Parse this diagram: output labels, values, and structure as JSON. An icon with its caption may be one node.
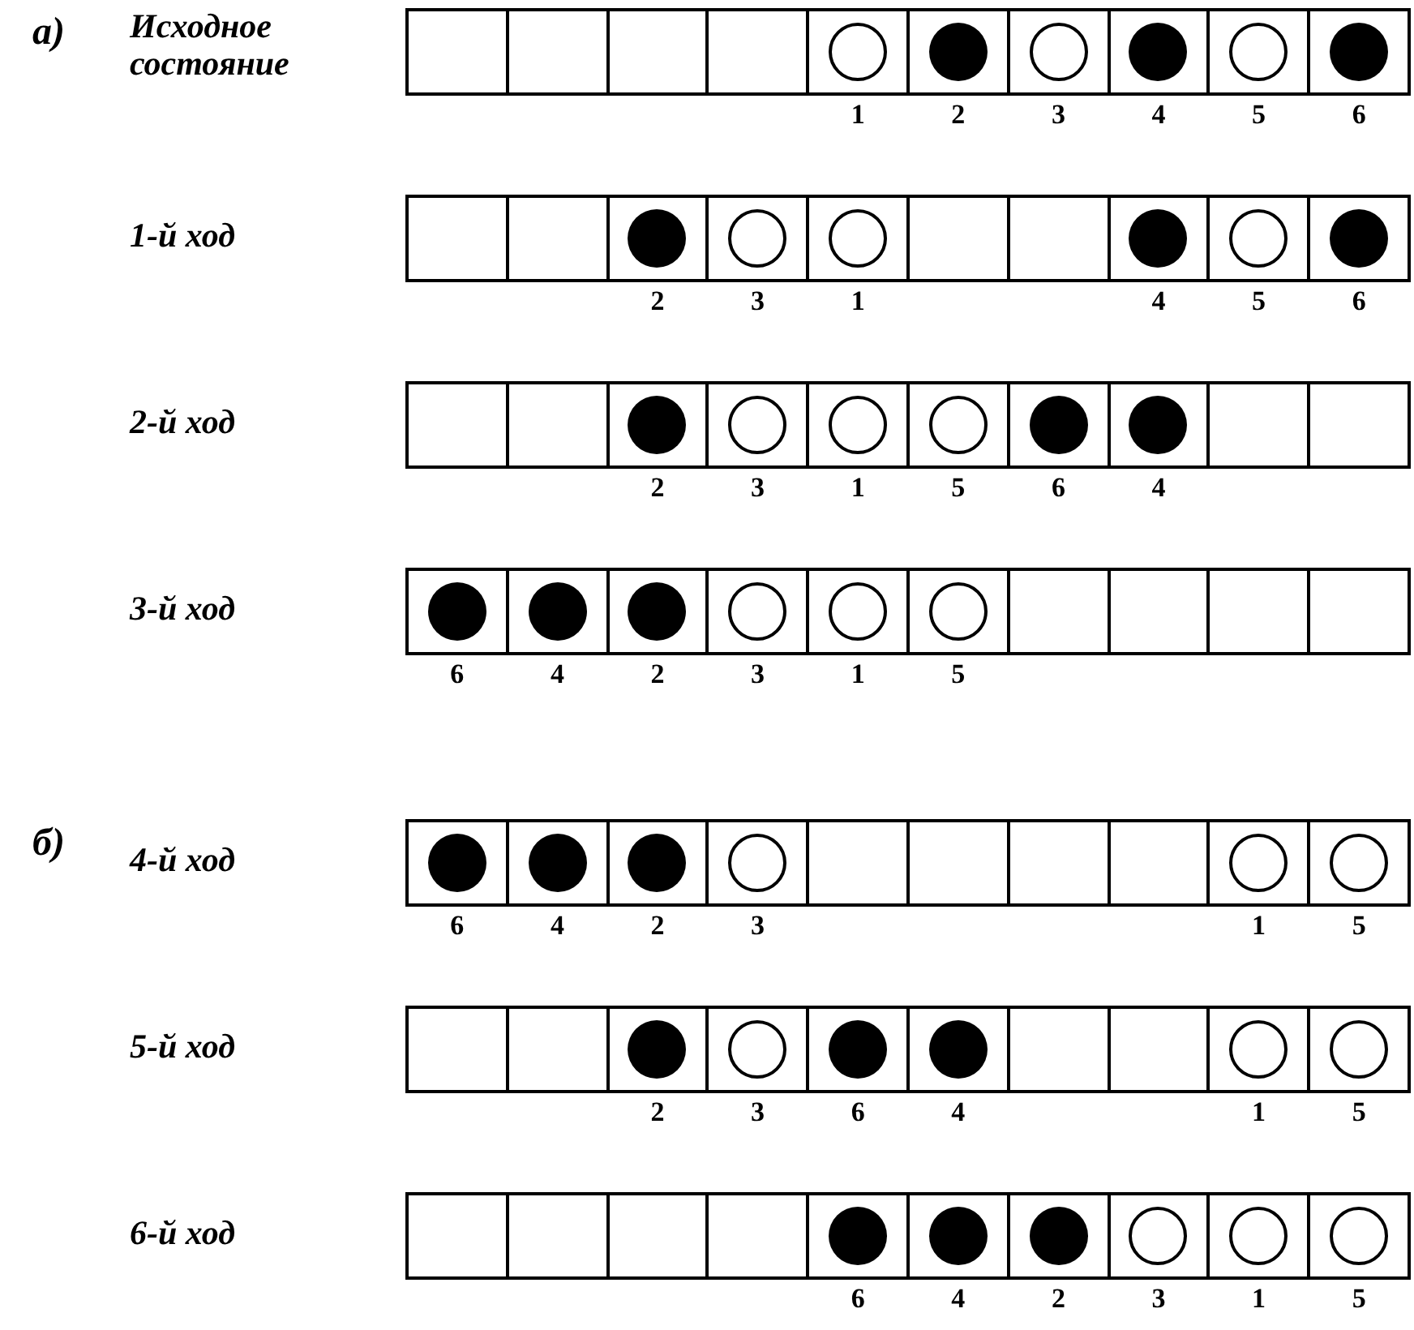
{
  "diagram": {
    "nodes": [
      {
        "text": [
          "Исходное состояние"
        ]
      },
      {
        "text": [],
        "shape": "box",
        "in": 0
      },
      {
        "text": [],
        "shape": "box",
        "in": 0
      },
      {
        "text": [],
        "shape": "box",
        "in": 0
      },
      {
        "text": [],
        "shape": "box",
        "in": 0
      },
      {
        "text": [],
        "shape": "box",
        "in": 0,
        "beside": [
          "1"
        ]
      },
      {
        "text": [],
        "shape": "circle",
        "in": 5
      },
      {
        "text": [],
        "shape": "box",
        "in": 0,
        "beside": [
          "2"
        ]
      },
      {
        "text": [],
        "shape": "dot",
        "in": 7
      },
      {
        "text": [],
        "shape": "box",
        "in": 0,
        "beside": [
          "3"
        ]
      },
      {
        "text": [],
        "shape": "circle",
        "in": 9
      },
      {
        "text": [],
        "shape": "box",
        "in": 0,
        "beside": [
          "4"
        ]
      },
      {
        "text": [],
        "shape": "dot",
        "in": 11
      },
      {
        "text": [],
        "shape": "box",
        "in": 0,
        "beside": [
          "5"
        ]
      },
      {
        "text": [],
        "shape": "circle",
        "in": 13
      },
      {
        "text": [],
        "shape": "box",
        "in": 0,
        "beside": [
          "6"
        ]
      },
      {
        "text": [],
        "shape": "dot",
        "in": 15
      },
      {
        "text": [
          "1-й ход"
        ]
      },
      {
        "text": [],
        "shape": "box",
        "in": 17
      },
      {
        "text": [],
        "shape": "box",
        "in": 17
      },
      {
        "text": [],
        "shape": "box",
        "in": 17,
        "beside": [
          "2"
        ]
      },
      {
        "text": [],
        "shape": "dot",
        "in": 20
      },
      {
        "text": [],
        "shape": "box",
        "in": 17,
        "beside": [
          "3"
        ]
      },
      {
        "text": [],
        "shape": "circle",
        "in": 22
      },
      {
        "text": [],
        "shape": "box",
        "in": 17,
        "beside": [
          "1"
        ]
      },
      {
        "text": [],
        "shape": "circle",
        "in": 24
      },
      {
        "text": [],
        "shape": "box",
        "in": 17
      },
      {
        "text": [],
        "shape": "box",
        "in": 17
      },
      {
        "text": [],
        "shape": "box",
        "in": 17,
        "beside": [
          "4"
        ]
      },
      {
        "text": [],
        "shape": "dot",
        "in": 28
      },
      {
        "text": [],
        "shape": "box",
        "in": 17,
        "beside": [
          "5"
        ]
      },
      {
        "text": [],
        "shape": "circle",
        "in": 30
      },
      {
        "text": [],
        "shape": "box",
        "in": 17,
        "beside": [
          "6"
        ]
      },
      {
        "text": [],
        "shape": "dot",
        "in": 32
      },
      {
        "text": [
          "2-й ход"
        ]
      },
      {
        "text": [],
        "shape": "box",
        "in": 34
      },
      {
        "text": [],
        "shape": "box",
        "in": 34
      },
      {
        "text": [],
        "shape": "box",
        "in": 34,
        "beside": [
          "2"
        ]
      },
      {
        "text": [],
        "shape": "dot",
        "in": 37
      },
      {
        "text": [],
        "shape": "box",
        "in": 34,
        "beside": [
          "3"
        ]
      },
      {
        "text": [],
        "shape": "circle",
        "in": 39
      },
      {
        "text": [],
        "shape": "box",
        "in": 34,
        "beside": [
          "1"
        ]
      },
      {
        "text": [],
        "shape": "circle",
        "in": 41
      },
      {
        "text": [],
        "shape": "box",
        "in": 34,
        "beside": [
          "5"
        ]
      },
      {
        "text": [],
        "shape": "circle",
        "in": 43
      },
      {
        "text": [],
        "shape": "box",
        "in": 34,
        "beside": [
          "6"
        ]
      },
      {
        "text": [],
        "shape": "dot",
        "in": 45
      },
      {
        "text": [],
        "shape": "box",
        "in": 34,
        "beside": [
          "4"
        ]
      },
      {
        "text": [],
        "shape": "dot",
        "in": 47
      },
      {
        "text": [],
        "shape": "box",
        "in": 34
      },
      {
        "text": [],
        "shape": "box",
        "in": 34
      },
      {
        "text": [
          "3-й ход"
        ]
      },
      {
        "text": [],
        "shape": "box",
        "in": 51,
        "beside": [
          "6"
        ]
      },
      {
        "text": [],
        "shape": "dot",
        "in": 52
      },
      {
        "text": [],
        "shape": "box",
        "in": 51,
        "beside": [
          "4"
        ]
      },
      {
        "text": [],
        "shape": "dot",
        "in": 54
      },
      {
        "text": [],
        "shape": "box",
        "in": 51,
        "beside": [
          "2"
        ]
      },
      {
        "text": [],
        "shape": "dot",
        "in": 56
      },
      {
        "text": [],
        "shape": "box",
        "in": 51,
        "beside": [
          "3"
        ]
      },
      {
        "text": [],
        "shape": "circle",
        "in": 58
      },
      {
        "text": [],
        "shape": "box",
        "in": 51,
        "beside": [
          "1"
        ]
      },
      {
        "text": [],
        "shape": "circle",
        "in": 60
      },
      {
        "text": [],
        "shape": "box",
        "in": 51,
        "beside": [
          "5"
        ]
      },
      {
        "text": [],
        "shape": "circle",
        "in": 62
      },
      {
        "text": [],
        "shape": "box",
        "in": 51
      },
      {
        "text": [],
        "shape": "box",
        "in": 51
      },
      {
        "text": [],
        "shape": "box",
        "in": 51
      },
      {
        "text": [],
        "shape": "box",
        "in": 51
      },
      {
        "text": [
          "4-й ход"
        ]
      },
      {
        "text": [],
        "shape": "box",
        "in": 68,
        "beside": [
          "6"
        ]
      },
      {
        "text": [],
        "shape": "dot",
        "in": 69
      },
      {
        "text": [],
        "shape": "box",
        "in": 68,
        "beside": [
          "4"
        ]
      },
      {
        "text": [],
        "shape": "dot",
        "in": 71
      },
      {
        "text": [],
        "shape": "box",
        "in": 68,
        "beside": [
          "2"
        ]
      },
      {
        "text": [],
        "shape": "dot",
        "in": 73
      },
      {
        "text": [],
        "shape": "box",
        "in": 68,
        "beside": [
          "3"
        ]
      },
      {
        "text": [],
        "shape": "circle",
        "in": 75
      },
      {
        "text": [],
        "shape": "box",
        "in": 68
      },
      {
        "text": [],
        "shape": "box",
        "in": 68
      },
      {
        "text": [],
        "shape": "box",
        "in": 68
      },
      {
        "text": [],
        "shape": "box",
        "in": 68
      },
      {
        "text": [],
        "shape": "box",
        "in": 68,
        "beside": [
          "1"
        ]
      },
      {
        "text": [],
        "shape": "circle",
        "in": 81
      },
      {
        "text": [],
        "shape": "box",
        "in": 68,
        "beside": [
          "5"
        ]
      },
      {
        "text": [],
        "shape": "circle",
        "in": 83
      },
      {
        "text": [
          "5-й ход"
        ]
      },
      {
        "text": [],
        "shape": "box",
        "in": 85
      },
      {
        "text": [],
        "shape": "box",
        "in": 85
      },
      {
        "text": [],
        "shape": "box",
        "in": 85,
        "beside": [
          "2"
        ]
      },
      {
        "text": [],
        "shape": "dot",
        "in": 88
      },
      {
        "text": [],
        "shape": "box",
        "in": 85,
        "beside": [
          "3"
        ]
      },
      {
        "text": [],
        "shape": "circle",
        "in": 90
      },
      {
        "text": [],
        "shape": "box",
        "in": 85,
        "beside": [
          "6"
        ]
      },
      {
        "text": [],
        "shape": "dot",
        "in": 92
      },
      {
        "text": [],
        "shape": "box",
        "in": 85,
        "beside": [
          "4"
        ]
      },
      {
        "text": [],
        "shape": "dot",
        "in": 94
      },
      {
        "text": [],
        "shape": "box",
        "in": 85
      },
      {
        "text": [],
        "shape": "box",
        "in": 85
      },
      {
        "text": [],
        "shape": "box",
        "in": 85,
        "beside": [
          "1"
        ]
      },
      {
        "text": [],
        "shape": "circle",
        "in": 98
      },
      {
        "text": [],
        "shape": "box",
        "in": 85,
        "beside": [
          "5"
        ]
      },
      {
        "text": [],
        "shape": "circle",
        "in": 100
      },
      {
        "text": [
          "6-й ход"
        ]
      },
      {
        "text": [],
        "shape": "box",
        "in": 102
      },
      {
        "text": [],
        "shape": "box",
        "in": 102
      },
      {
        "text": [],
        "shape": "box",
        "in": 102
      },
      {
        "text": [],
        "shape": "box",
        "in": 102
      },
      {
        "text": [],
        "shape": "box",
        "in": 102,
        "beside": [
          "6"
        ]
      },
      {
        "text": [],
        "shape": "dot",
        "in": 107
      },
      {
        "text": [],
        "shape": "box",
        "in": 102,
        "beside": [
          "4"
        ]
      },
      {
        "text": [],
        "shape": "dot",
        "in": 109
      },
      {
        "text": [],
        "shape": "box",
        "in": 102,
        "beside": [
          "2"
        ]
      },
      {
        "text": [],
        "shape": "dot",
        "in": 111
      },
      {
        "text": [],
        "shape": "box",
        "in": 102,
        "beside": [
          "3"
        ]
      },
      {
        "text": [],
        "shape": "circle",
        "in": 113
      },
      {
        "text": [],
        "shape": "box",
        "in": 102,
        "beside": [
          "1"
        ]
      },
      {
        "text": [],
        "shape": "circle",
        "in": 115
      },
      {
        "text": [],
        "shape": "box",
        "in": 102,
        "beside": [
          "5"
        ]
      },
      {
        "text": [],
        "shape": "circle",
        "in": 117
      }
    ],
    "labels": [
      "а)",
      "б)"
    ]
  }
}
